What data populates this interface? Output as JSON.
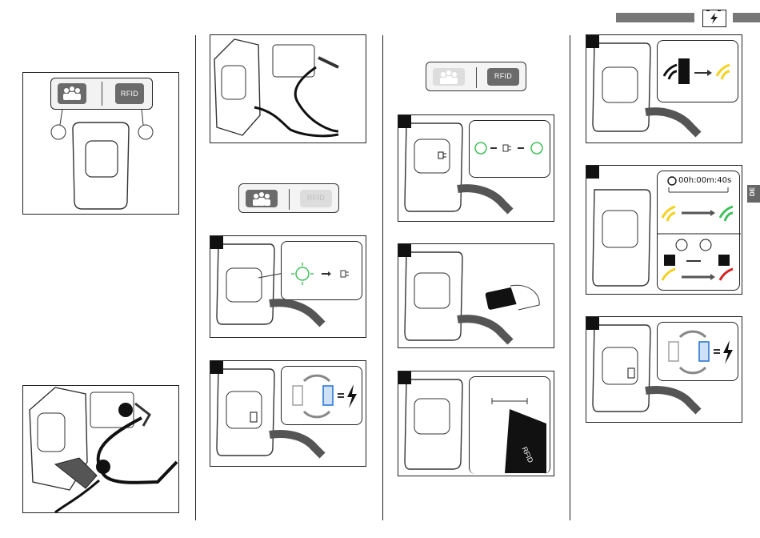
{
  "header": {
    "section_icon": "battery-charging-icon"
  },
  "side_tab": {
    "label": "DE"
  },
  "selectors": {
    "both_active": {
      "rfid_label": "RFID"
    },
    "users_active": {
      "rfid_label": "RFID"
    },
    "rfid_active": {
      "rfid_label": "RFID"
    }
  },
  "rfid_card": {
    "label": "RFID"
  },
  "timer": {
    "text": "00h:00m:40s"
  },
  "colors": {
    "green": "#3fbf5a",
    "yellow": "#f2d11b",
    "red": "#d81e1e",
    "blue": "#2c78d6"
  }
}
